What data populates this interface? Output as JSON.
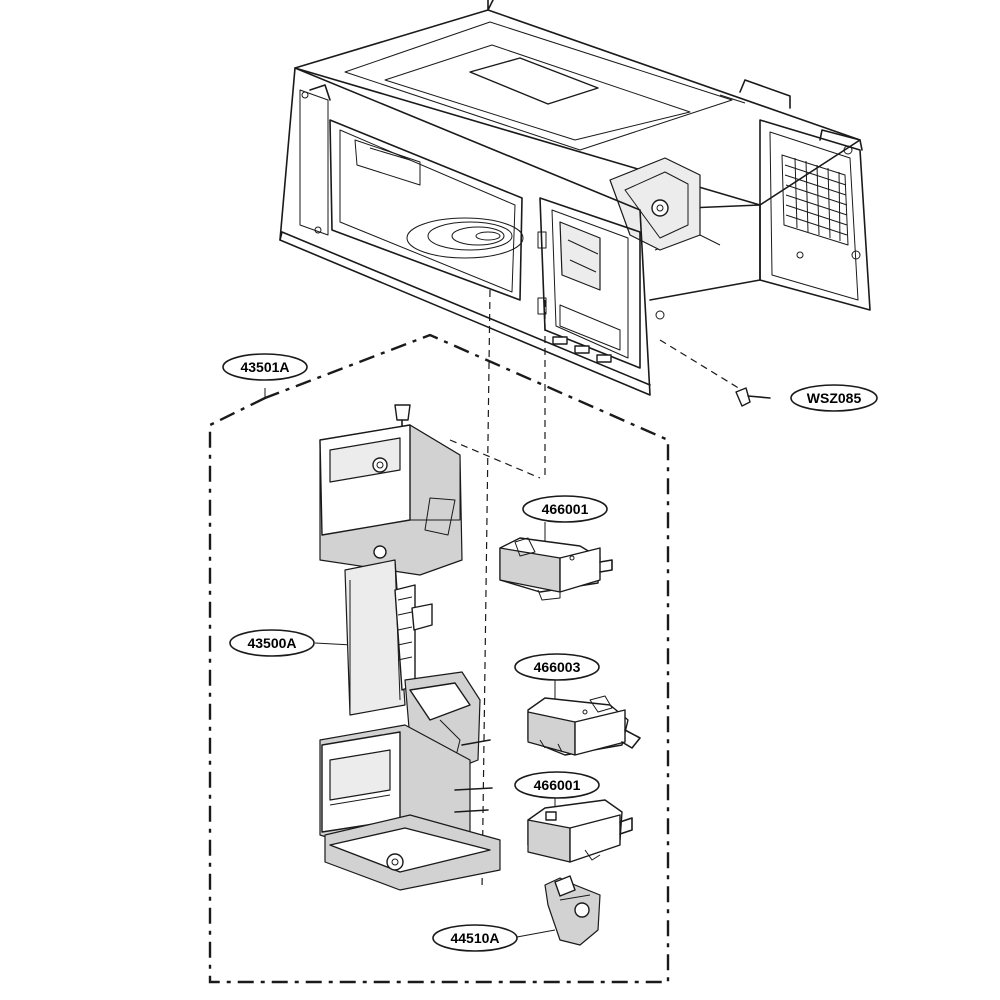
{
  "callouts": {
    "door_interlock_assembly": "43501A",
    "screw": "WSZ085",
    "switch_top": "466001",
    "latch_board": "43500A",
    "switch_middle": "466003",
    "switch_bottom": "466001",
    "lever": "44510A"
  }
}
